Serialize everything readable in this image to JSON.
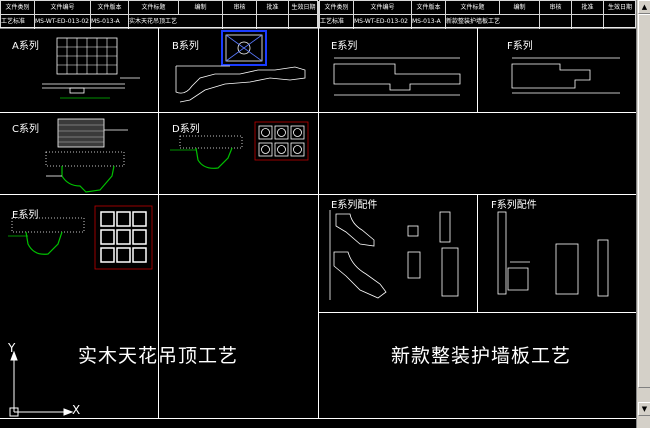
{
  "header_left": {
    "row1": [
      "文件类别",
      "文件编号",
      "文件版本",
      "文件标题",
      "编制",
      "审核",
      "批准",
      "生效日期"
    ],
    "row2": [
      "工艺标准",
      "MS-WT-ED-013-02",
      "MS-013-A",
      "实木天花吊顶工艺",
      "",
      "",
      "",
      ""
    ]
  },
  "header_right": {
    "row1": [
      "文件类别",
      "文件编号",
      "文件版本",
      "文件标题",
      "编制",
      "审核",
      "批准",
      "生效日期"
    ],
    "row2": [
      "工艺标准",
      "MS-WT-ED-013-02",
      "MS-013-A",
      "新款整装护墙板工艺",
      "",
      "",
      "",
      ""
    ]
  },
  "panels": {
    "a": "A系列",
    "b": "B系列",
    "c": "C系列",
    "d": "D系列",
    "e_left": "E系列",
    "e_top": "E系列",
    "f_top": "F系列",
    "e_parts": "E系列配件",
    "f_parts": "F系列配件"
  },
  "titles": {
    "left": "实木天花吊顶工艺",
    "right": "新款整装护墙板工艺"
  },
  "ucs": {
    "x": "X",
    "y": "Y"
  },
  "colors": {
    "background": "#000000",
    "line": "#ffffff",
    "detail_green": "#00c000",
    "accent_blue": "#1a3cff",
    "frame_red": "#b00000"
  }
}
